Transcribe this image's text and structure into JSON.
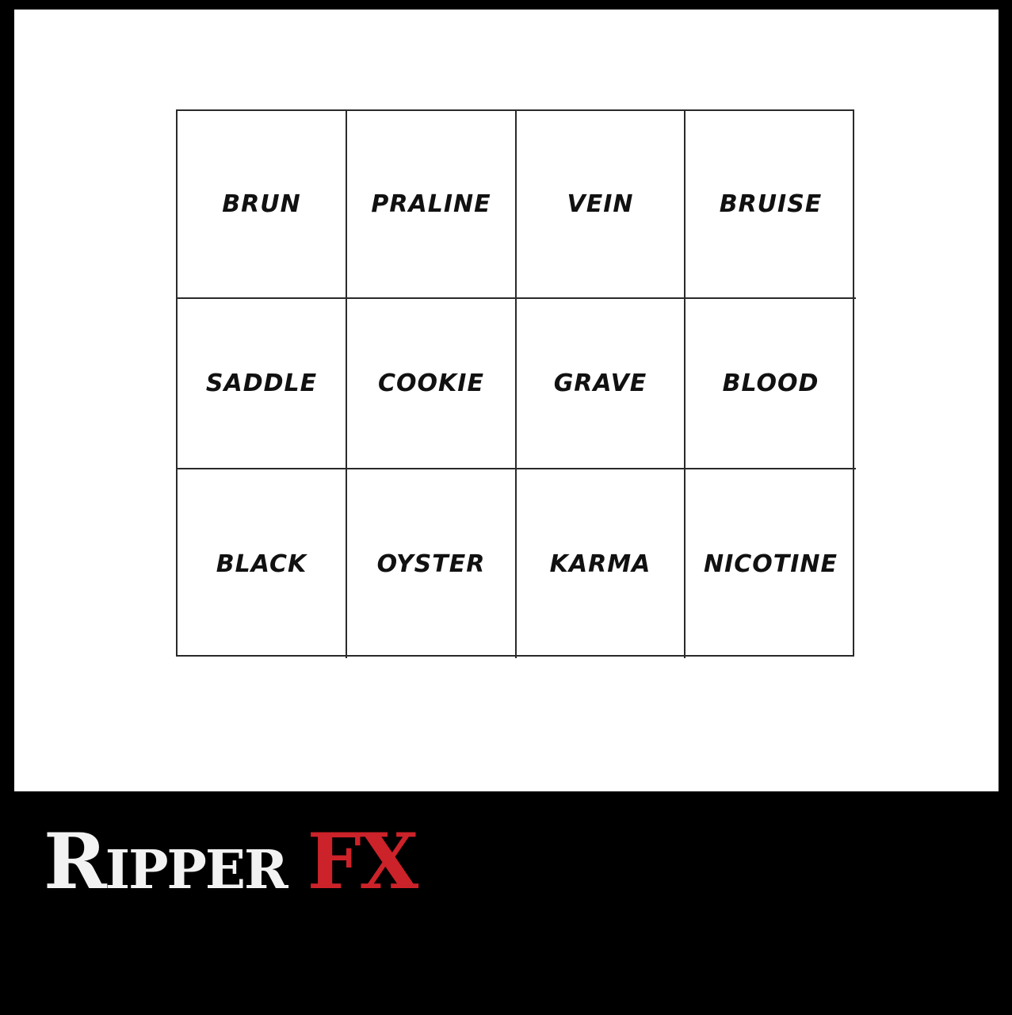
{
  "palette": {
    "cells": [
      [
        "BRUN",
        "PRALINE",
        "VEIN",
        "BRUISE"
      ],
      [
        "SADDLE",
        "COOKIE",
        "GRAVE",
        "BLOOD"
      ],
      [
        "BLACK",
        "OYSTER",
        "KARMA",
        "NICOTINE"
      ]
    ]
  },
  "brand": {
    "name_part1": "Ripper",
    "name_part2": "FX",
    "accent_color": "#cc2229"
  }
}
